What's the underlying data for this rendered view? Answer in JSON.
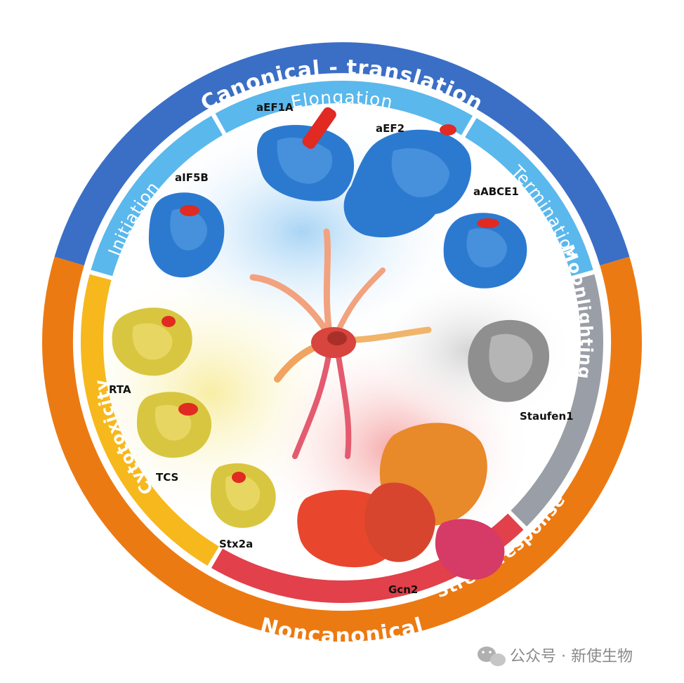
{
  "rings": {
    "outer_top": "Canonical - translation",
    "outer_bottom": "Noncanonical",
    "inner_top": "Elongation",
    "inner_left_top": "Initiation",
    "inner_right_top": "Termination",
    "inner_right": "Moonlighting",
    "inner_bottom_right": "Stress response",
    "inner_left": "Cytotoxicity"
  },
  "proteins": {
    "aEF1A": "aEF1A",
    "aEF2": "aEF2",
    "aIF5B": "aIF5B",
    "aABCE1": "aABCE1",
    "RTA": "RTA",
    "TCS": "TCS",
    "Stx2a": "Stx2a",
    "Staufen1": "Staufen1",
    "Gcn2": "Gcn2"
  },
  "watermark": "公众号 · 新使生物",
  "colors": {
    "canonical": "#3b6fc6",
    "noncanonical": "#ec7a12",
    "elongation": "#5ab8ec",
    "moonlighting": "#9a9ea6",
    "stress": "#e2404a",
    "cytotoxicity": "#f6b81c",
    "protein_blue": "#2c7ad0",
    "protein_yellow": "#d9c640",
    "protein_gray": "#8f8f8f",
    "protein_red": "#e8472e",
    "protein_orange": "#e8892a",
    "protein_pink": "#d63a66",
    "highlight": "#e02a22"
  }
}
